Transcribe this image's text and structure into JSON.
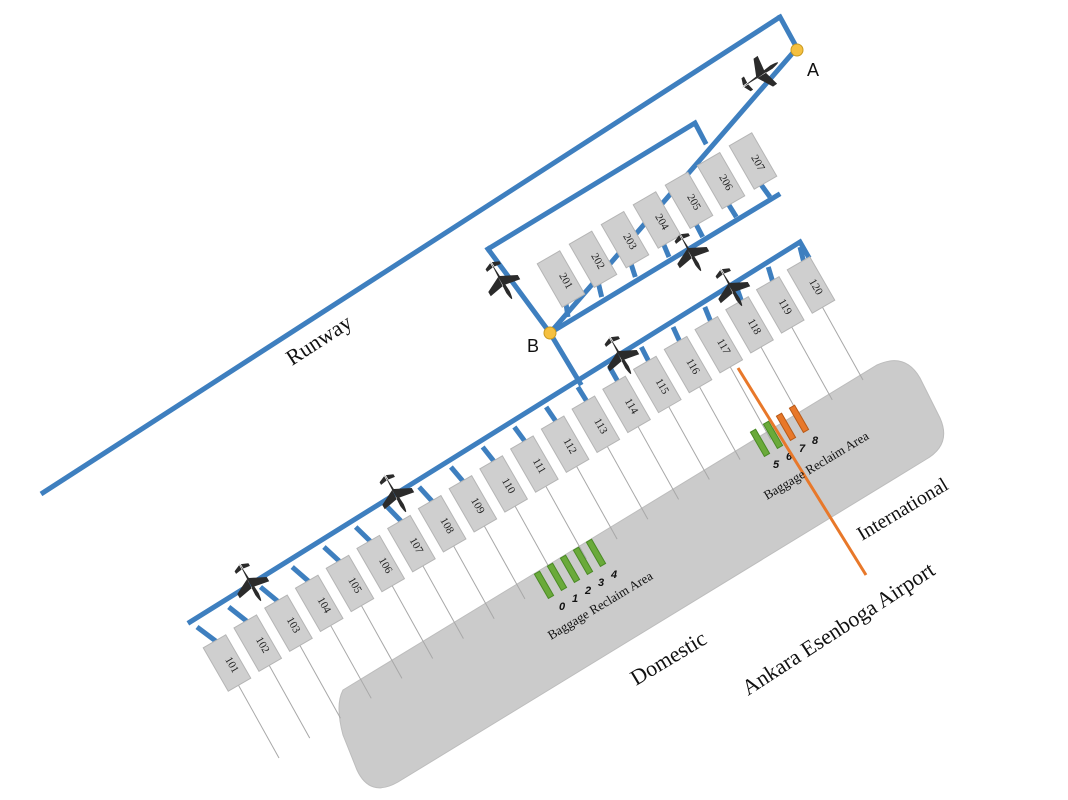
{
  "labels": {
    "runway": "Runway",
    "point_a": "A",
    "point_b": "B",
    "domestic": "Domestic",
    "international": "International",
    "airport": "Ankara Esenboga Airport",
    "baggage_domestic": "Baggage Reclaim Area",
    "baggage_international": "Baggage Reclaim Area"
  },
  "gates_100": [
    "101",
    "102",
    "103",
    "104",
    "105",
    "106",
    "107",
    "108",
    "109",
    "110",
    "111",
    "112",
    "113",
    "114",
    "115",
    "116",
    "117",
    "118",
    "119",
    "120"
  ],
  "gates_200": [
    "201",
    "202",
    "203",
    "204",
    "205",
    "206",
    "207"
  ],
  "belts_domestic": [
    "0",
    "1",
    "2",
    "3",
    "4"
  ],
  "belts_international": [
    "5",
    "6",
    "7",
    "8"
  ],
  "colors": {
    "taxiway": "#3e7fbf",
    "gate": "#cfcfcf",
    "terminal": "#cbcbcb",
    "belt_domestic": "#6aaa3a",
    "belt_international": "#e8782a",
    "junction": "#f5c040",
    "airport_line": "#e8782a"
  },
  "icons": [
    "airplane-icon",
    "junction-a-icon",
    "junction-b-icon"
  ]
}
